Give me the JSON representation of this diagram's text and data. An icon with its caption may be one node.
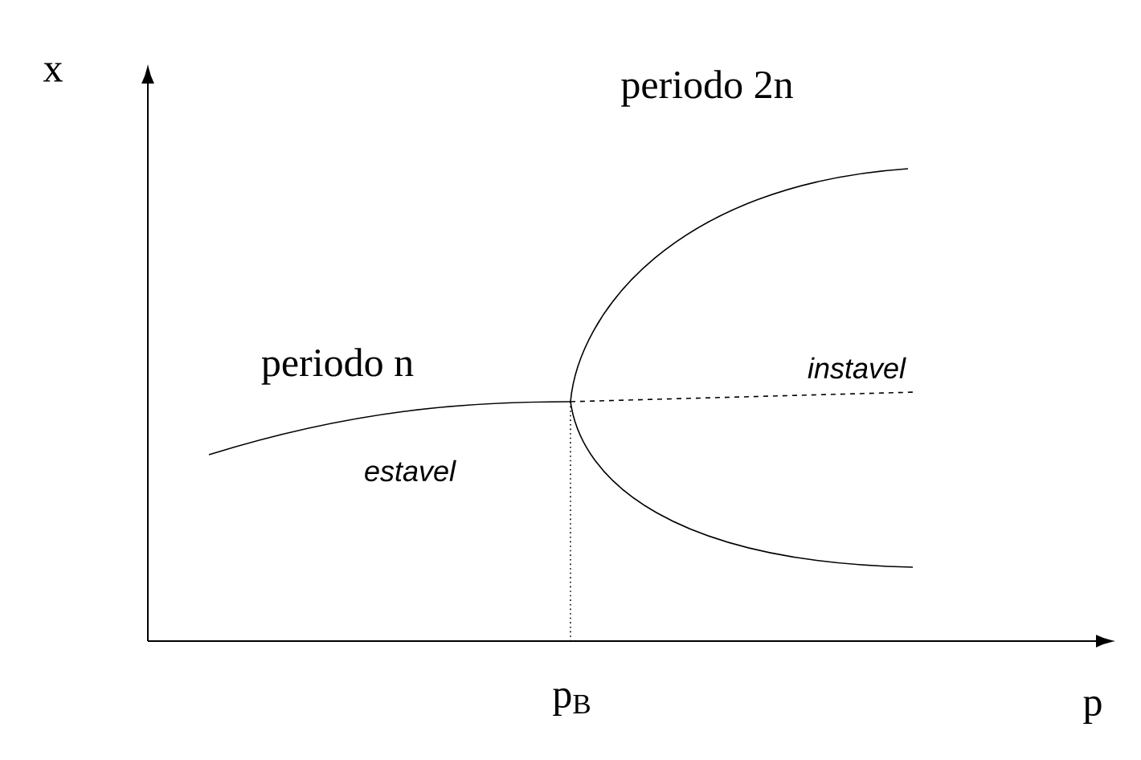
{
  "diagram": {
    "labels": [
      "x",
      "periodo 2n",
      "periodo n",
      "instavel",
      "estavel",
      "p$_{B}$",
      "p"
    ]
  }
}
